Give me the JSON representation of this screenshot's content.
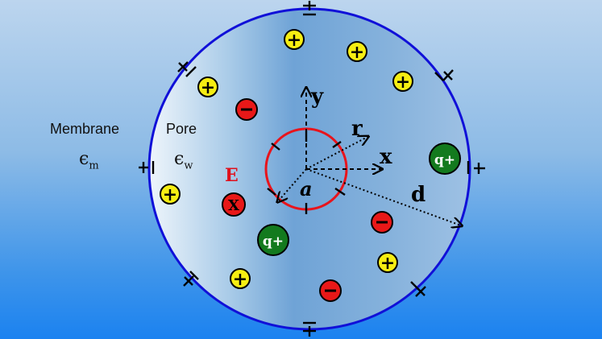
{
  "labels": {
    "membrane": "Membrane",
    "membrane_eps_symbol": "ϵ",
    "membrane_eps_sub": "m",
    "pore": "Pore",
    "pore_eps_symbol": "ϵ",
    "pore_eps_sub": "w",
    "e_field": "E",
    "axis_y": "y",
    "axis_x": "x",
    "radius_r": "r",
    "distance_d": "d",
    "inner_radius": "a"
  },
  "charges": {
    "plus": "+",
    "minus": "−",
    "q_plus": "q+",
    "e_field_symbol": "X"
  },
  "colors": {
    "pore_boundary": "#1010d8",
    "inner_circle": "#e8141c",
    "positive_ion": "#f6ee12",
    "negative_ion": "#e81818",
    "q_ion": "#137a1e",
    "e_label": "#e0101c"
  }
}
